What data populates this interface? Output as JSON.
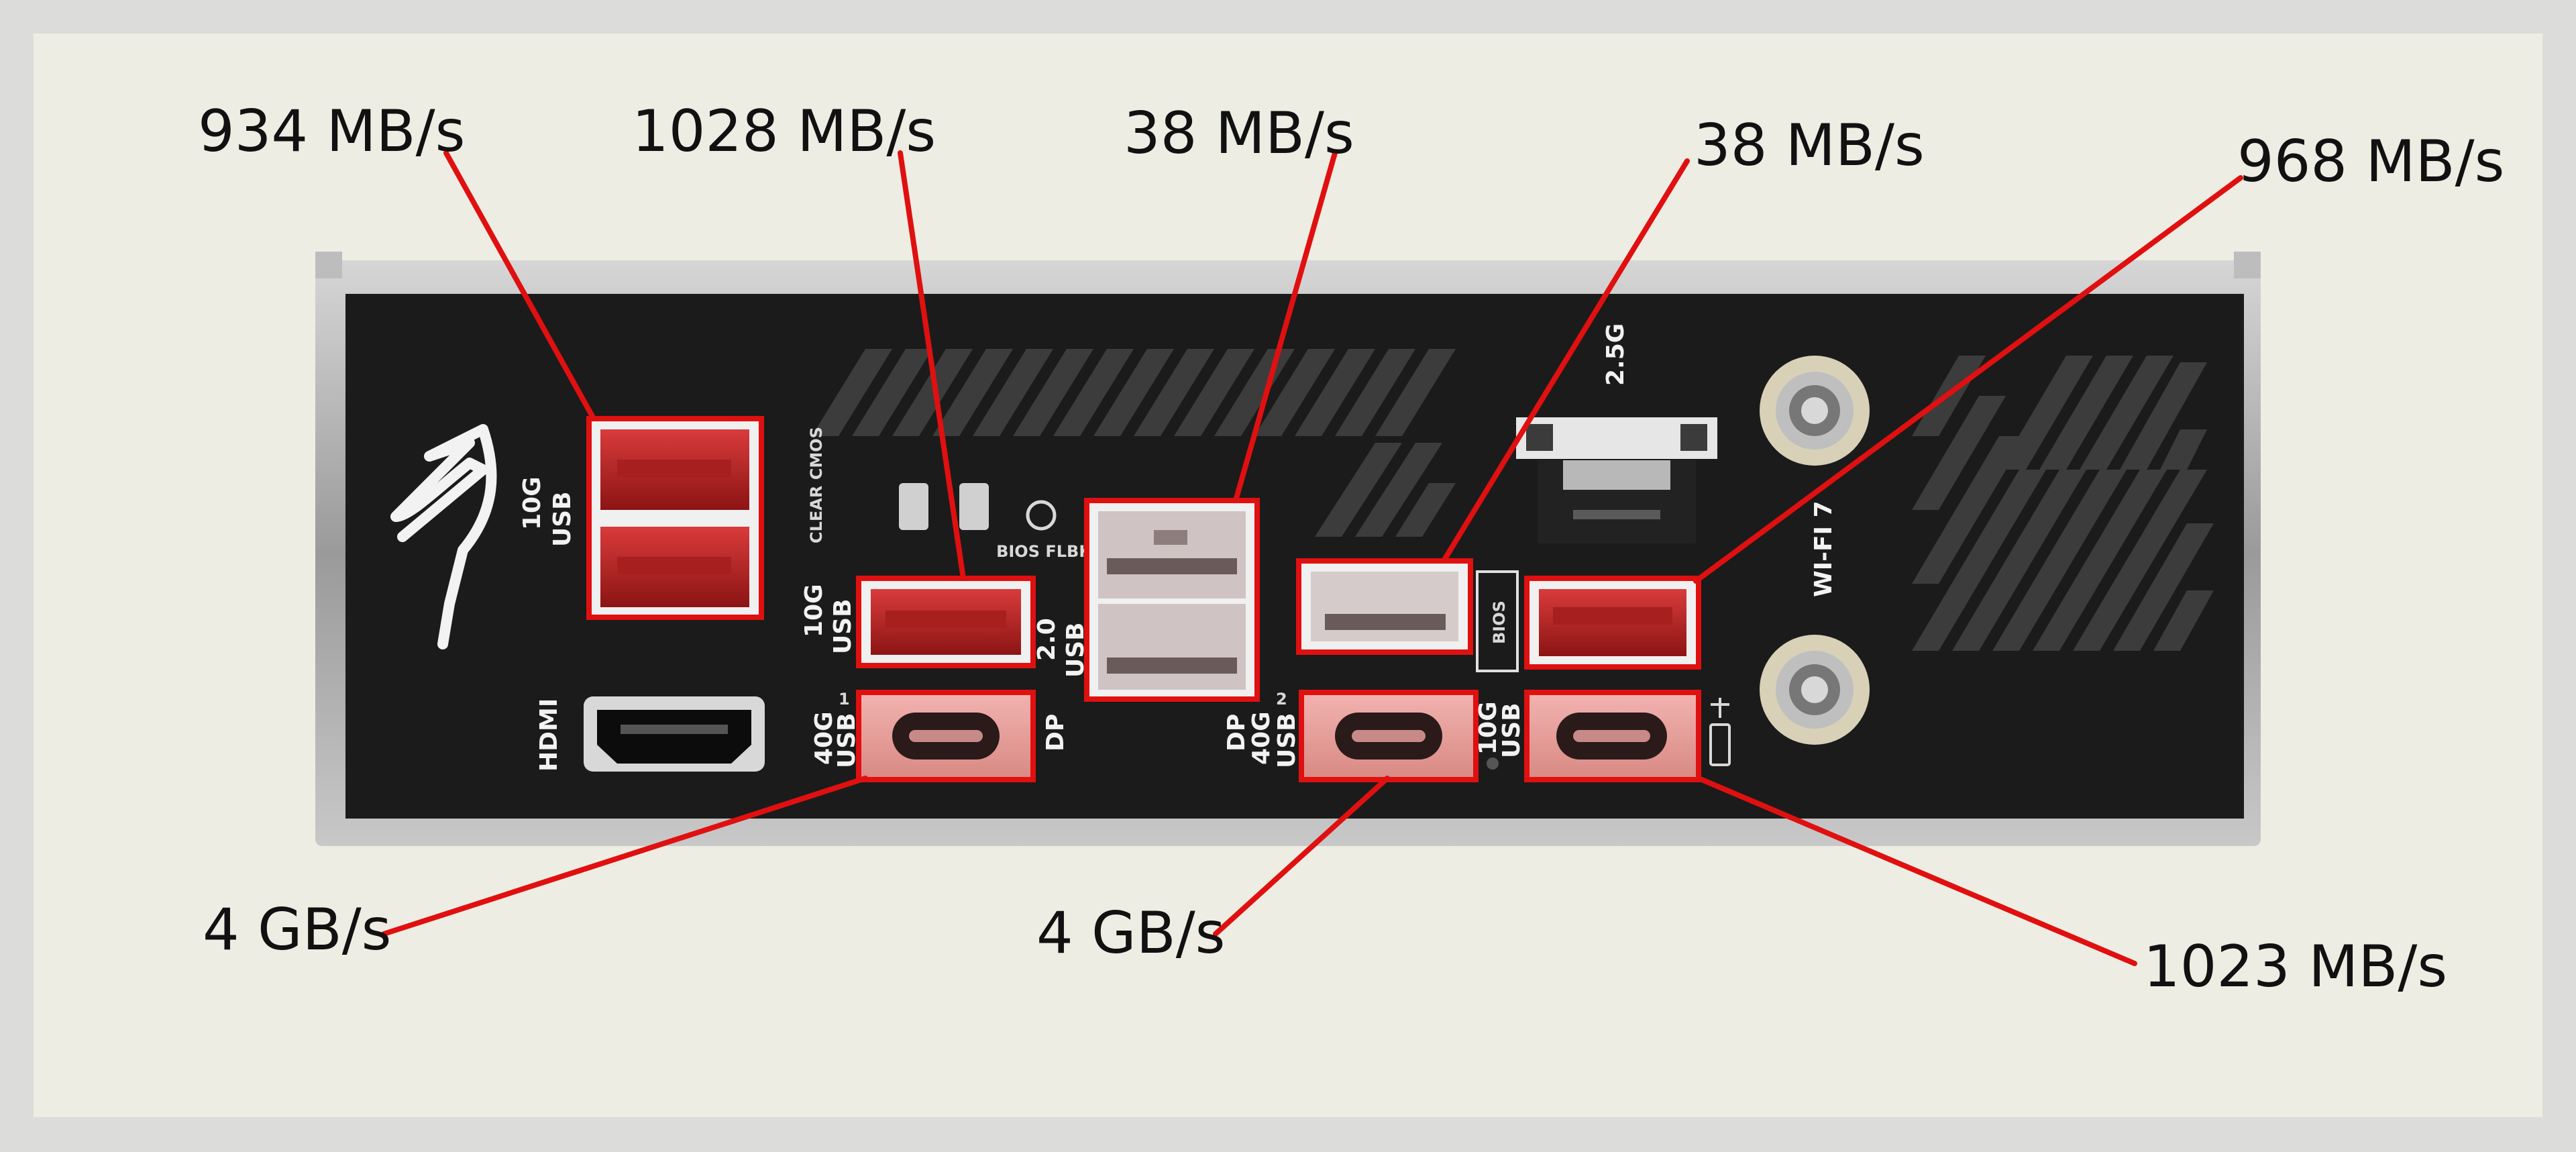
{
  "diagram": {
    "colors": {
      "background": "#eeede3",
      "frame": "#dcdcda",
      "panel": "#1b1b1b",
      "bracket": "#b8b8b8",
      "highlight": "#e01010"
    },
    "speeds": {
      "usb10g_stack": "934 MB/s",
      "usb10g_single": "1028 MB/s",
      "usb2_stack": "38 MB/s",
      "usb_bios": "38 MB/s",
      "usb_right_a": "968 MB/s",
      "usbc_40g_1": "4 GB/s",
      "usbc_40g_2": "4 GB/s",
      "usbc_10g": "1023 MB/s"
    },
    "port_labels": {
      "hdmi": "HDMI",
      "clear_cmos": "CLEAR CMOS",
      "bios_flbk": "BIOS FLBK",
      "lan": "2.5G",
      "wifi": "WI-FI 7",
      "bios_tag": "BIOS",
      "usb": "USB",
      "g10": "10G",
      "g40": "40G",
      "usb20": "2.0",
      "dp": "DP",
      "sub1": "1",
      "sub2": "2"
    }
  }
}
